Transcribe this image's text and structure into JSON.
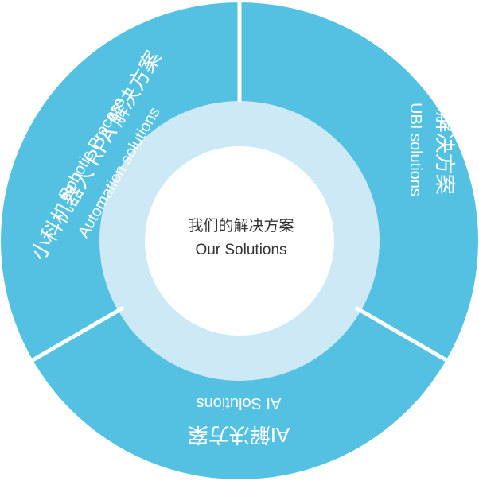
{
  "center": {
    "title_cn": "我们的解决方案",
    "title_en": "Our Solutions"
  },
  "segments": [
    {
      "id": "ubi",
      "label_cn": "UBI解决方案",
      "label_en": "UBI solutions"
    },
    {
      "id": "ai",
      "label_cn": "AI解决方案",
      "label_en": "AI Solutions"
    },
    {
      "id": "rpa",
      "label_cn": "小科机器人 RPA 解决方案",
      "label_en_line1": "Robotic Process",
      "label_en_line2": "Automation solutions"
    }
  ],
  "colors": {
    "outer_ring": "#55c1e2",
    "inner_ring": "#cde9f5",
    "center_fill": "#ffffff",
    "divider": "#ffffff",
    "center_text": "#333333"
  }
}
